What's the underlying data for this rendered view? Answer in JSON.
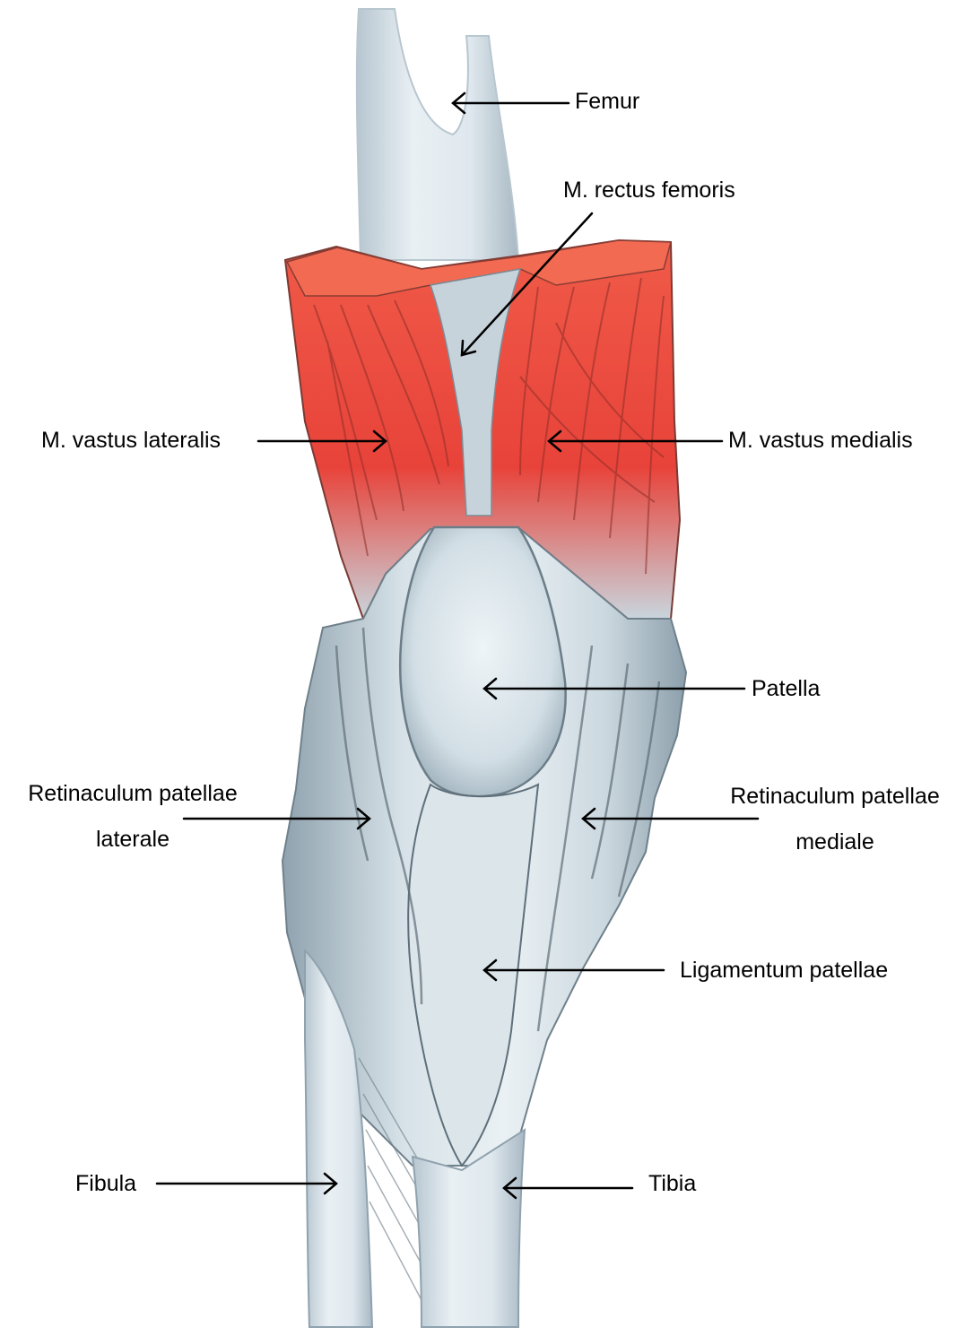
{
  "colors": {
    "muscle": "#e8433a",
    "muscle_light": "#f06a55",
    "tissue": "#c9d5dd",
    "tissue_light": "#e6eef2",
    "shadow": "#5f6e78",
    "label_text": "#000000",
    "arrow": "#000000"
  },
  "labels": {
    "femur": "Femur",
    "rectus_femoris": "M. rectus femoris",
    "vastus_lateralis": "M. vastus lateralis",
    "vastus_medialis": "M. vastus medialis",
    "patella": "Patella",
    "retinaculum_lateral_line1": "Retinaculum patellae",
    "retinaculum_lateral_line2": "laterale",
    "retinaculum_medial_line1": "Retinaculum patellae",
    "retinaculum_medial_line2": "mediale",
    "ligamentum_patellae": "Ligamentum patellae",
    "fibula": "Fibula",
    "tibia": "Tibia"
  }
}
